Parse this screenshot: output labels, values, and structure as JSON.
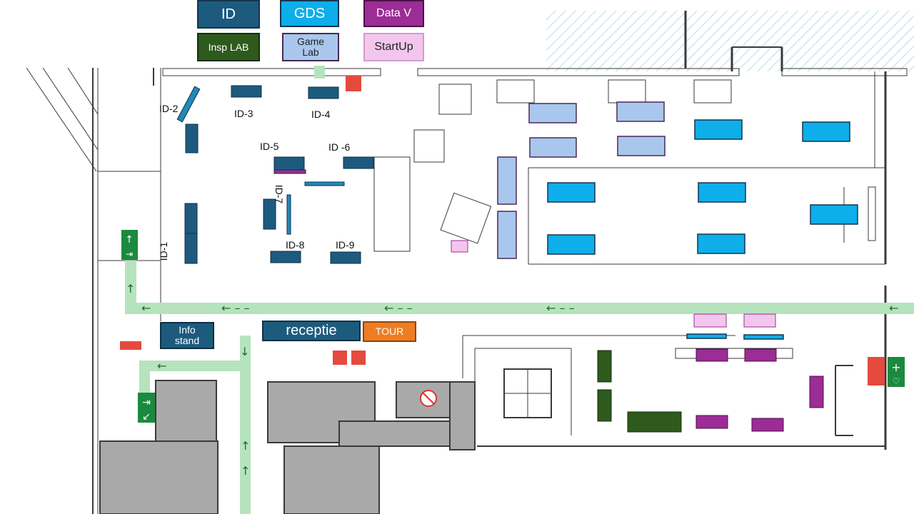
{
  "legend": {
    "id": "ID",
    "gds": "GDS",
    "datav": "Data V",
    "insplab": "Insp LAB",
    "gamelab": "Game Lab",
    "startup": "StartUp"
  },
  "booths": {
    "id1": "ID-1",
    "id2": "ID-2",
    "id3": "ID-3",
    "id4": "ID-4",
    "id5": "ID-5",
    "id6": "ID -6",
    "id7": "ID-7",
    "id8": "ID-8",
    "id9": "ID-9"
  },
  "areas": {
    "infostand": "Info stand",
    "receptie": "receptie",
    "tour": "TOUR"
  },
  "colors": {
    "id": "#1d5b7e",
    "gds": "#0eaeea",
    "datav": "#9c2c96",
    "insplab": "#2e5a1d",
    "gamelab": "#a9c7ec",
    "startup": "#f3c6ee",
    "tour": "#ee7d22",
    "route": "#b6e3bd",
    "wall": "#3a3a3a",
    "service": "#a9a9a9",
    "emergency": "#1a8a3e"
  },
  "icons": [
    "emergency-exit-icon",
    "first-aid-icon",
    "arrow-route-icon",
    "fire-extinguisher-icon"
  ]
}
